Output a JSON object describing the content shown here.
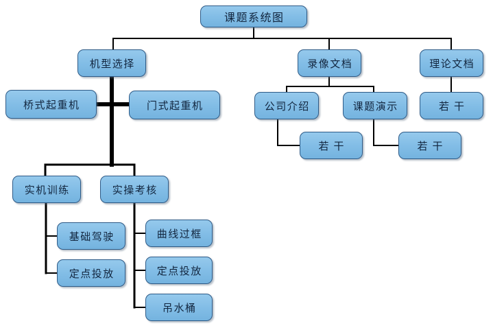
{
  "diagram": {
    "title": "课题系统图",
    "type": "tree-org-chart",
    "colors": {
      "node_fill": "#85bfe7",
      "node_border": "#2e5a86",
      "node_text": "#12263f",
      "edge_thin": "#000000",
      "edge_thick": "#000000",
      "background": "#ffffff"
    },
    "nodes": {
      "root": "课题系统图",
      "model_select": "机型选择",
      "video_doc": "录像文档",
      "theory_doc": "理论文档",
      "bridge_crane": "桥式起重机",
      "gantry_crane": "门式起重机",
      "company_intro": "公司介绍",
      "topic_demo": "课题演示",
      "theory_some": "若干",
      "company_some": "若干",
      "demo_some": "若干",
      "real_training": "实机训练",
      "practical_exam": "实操考核",
      "basic_driving": "基础驾驶",
      "fixed_point_drop_a": "定点投放",
      "curve_through_frame": "曲线过框",
      "fixed_point_drop_b": "定点投放",
      "water_bucket": "吊水桶"
    },
    "edges": [
      {
        "from": "root",
        "to": "model_select"
      },
      {
        "from": "root",
        "to": "video_doc"
      },
      {
        "from": "root",
        "to": "theory_doc"
      },
      {
        "from": "model_select",
        "to": "bridge_crane"
      },
      {
        "from": "model_select",
        "to": "gantry_crane"
      },
      {
        "from": "model_select",
        "to": "real_training"
      },
      {
        "from": "model_select",
        "to": "practical_exam"
      },
      {
        "from": "video_doc",
        "to": "company_intro"
      },
      {
        "from": "video_doc",
        "to": "topic_demo"
      },
      {
        "from": "theory_doc",
        "to": "theory_some"
      },
      {
        "from": "company_intro",
        "to": "company_some"
      },
      {
        "from": "topic_demo",
        "to": "demo_some"
      },
      {
        "from": "real_training",
        "to": "basic_driving"
      },
      {
        "from": "real_training",
        "to": "fixed_point_drop_a"
      },
      {
        "from": "practical_exam",
        "to": "curve_through_frame"
      },
      {
        "from": "practical_exam",
        "to": "fixed_point_drop_b"
      },
      {
        "from": "practical_exam",
        "to": "water_bucket"
      }
    ]
  }
}
